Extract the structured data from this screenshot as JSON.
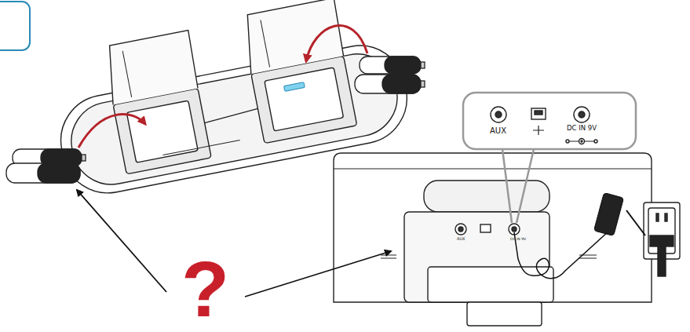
{
  "diagram": {
    "labels": [
      "AUX",
      "DC IN 9V",
      "?",
      "AUX",
      "DC IN 9V"
    ]
  }
}
